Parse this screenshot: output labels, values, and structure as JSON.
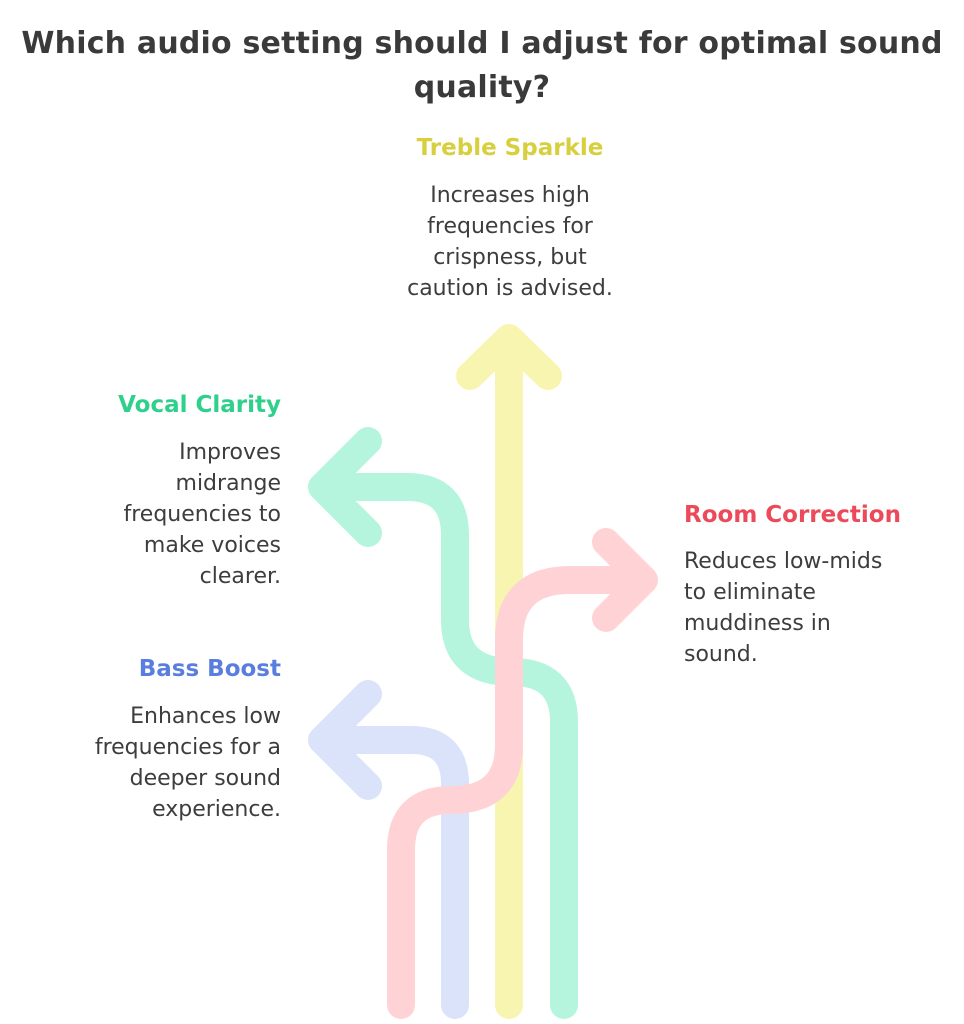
{
  "title": {
    "line1": "Which audio setting should I adjust for optimal sound",
    "line2": "quality?"
  },
  "options": {
    "treble": {
      "label": "Treble Sparkle",
      "color": "#d8cf3f",
      "arrow_color": "#f8f5b0",
      "lines": [
        "Increases high",
        "frequencies for",
        "crispness, but",
        "caution is advised."
      ]
    },
    "vocal": {
      "label": "Vocal Clarity",
      "color": "#2fcf8c",
      "arrow_color": "#b5f5dd",
      "lines": [
        "Improves",
        "midrange",
        "frequencies to",
        "make voices",
        "clearer."
      ]
    },
    "room": {
      "label": "Room Correction",
      "color": "#ec4a5a",
      "arrow_color": "#ffd3d5",
      "lines": [
        "Reduces low-mids",
        "to eliminate",
        "muddiness in",
        "sound."
      ]
    },
    "bass": {
      "label": "Bass Boost",
      "color": "#5a7ee0",
      "arrow_color": "#dbe3fa",
      "lines": [
        "Enhances low",
        "frequencies for a",
        "deeper sound",
        "experience."
      ]
    }
  }
}
